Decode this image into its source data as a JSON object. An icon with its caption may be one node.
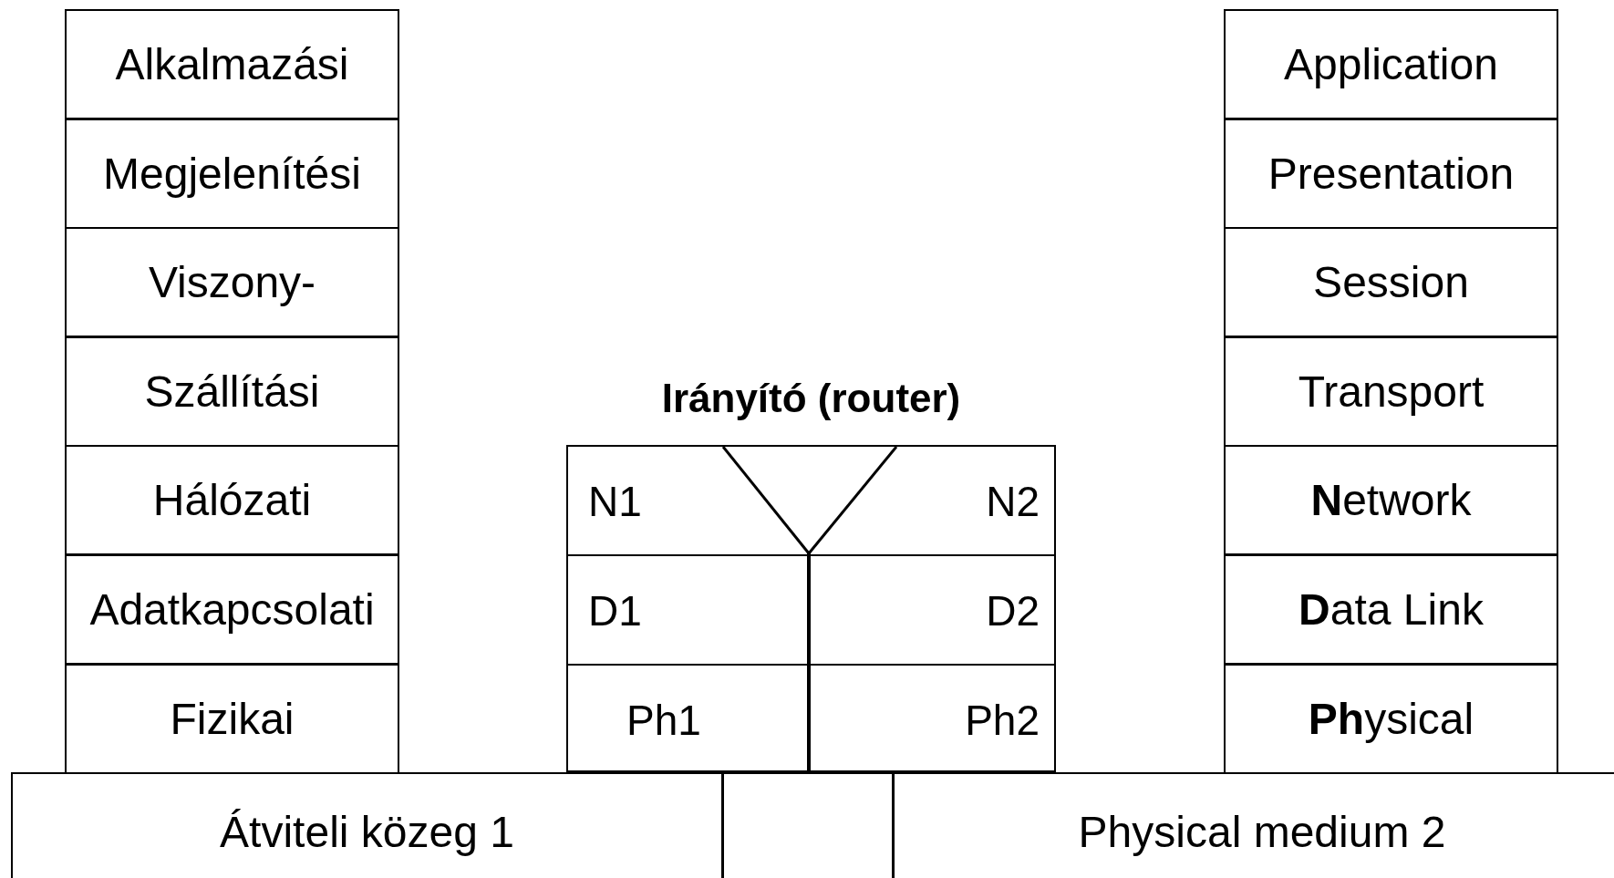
{
  "diagram": {
    "nodes": [
      {
        "text": [
          "Alkalmazási"
        ]
      },
      {
        "text": [
          "Megjelenítési"
        ]
      },
      {
        "text": [
          "Viszony-"
        ]
      },
      {
        "text": [
          "Szállítási"
        ]
      },
      {
        "text": [
          "Hálózati"
        ]
      },
      {
        "text": [
          "Adatkapcsolati"
        ]
      },
      {
        "text": [
          "Fizikai"
        ]
      },
      {
        "text": [
          "Application"
        ]
      },
      {
        "text": [
          "Presentation"
        ]
      },
      {
        "text": [
          "Session"
        ]
      },
      {
        "text": [
          "Transport"
        ]
      },
      {
        "text": [
          "**N**etwork"
        ]
      },
      {
        "text": [
          "**D**ata Link"
        ]
      },
      {
        "text": [
          "**Ph**ysical"
        ]
      },
      {
        "text": [
          "Irányító (router)"
        ]
      },
      {
        "text": [
          "N1"
        ],
        "in": 14
      },
      {
        "text": [
          "N2"
        ],
        "in": 14
      },
      {
        "text": [
          "D1"
        ],
        "in": 14
      },
      {
        "text": [
          "D2"
        ],
        "in": 14
      },
      {
        "text": [
          "Ph1"
        ],
        "in": 14
      },
      {
        "text": [
          "Ph2"
        ],
        "in": 14
      },
      {
        "text": [
          "Átviteli közeg 1"
        ]
      },
      {
        "text": [],
        "shape": "box"
      },
      {
        "text": [
          "Physical medium 2"
        ]
      }
    ]
  }
}
